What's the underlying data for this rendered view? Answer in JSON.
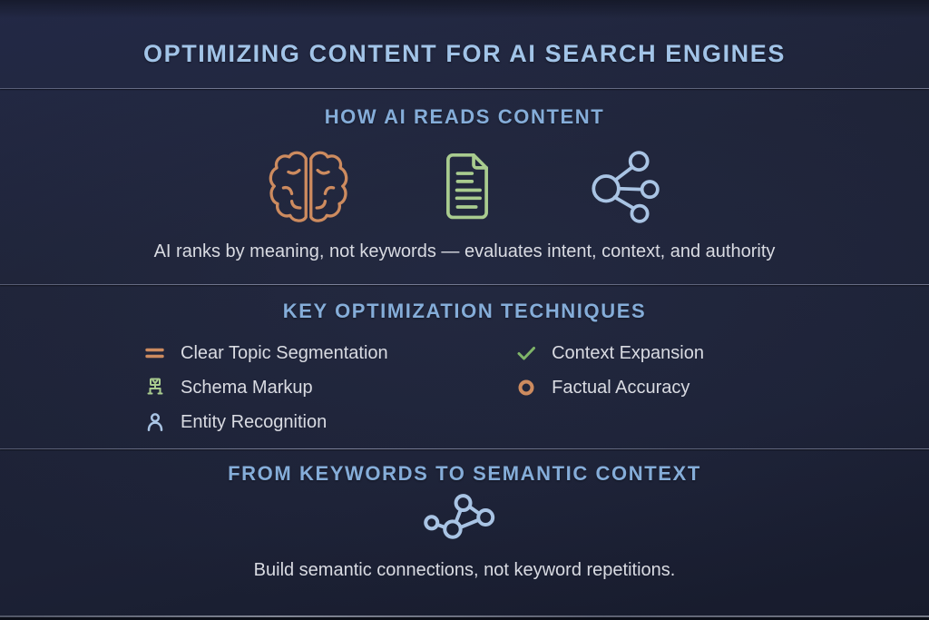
{
  "colors": {
    "bg": "#1e2337",
    "bg-light": "#232946",
    "bg-dark": "#171b2c",
    "title-blue": "#a2c4e8",
    "heading-blue": "#85add9",
    "text": "#d9dbe2",
    "orange": "#cd8b5f",
    "green": "#a9cc8f",
    "icon-blue": "#a9c4e4",
    "check-green": "#7fb569",
    "divider": "#8b90a6"
  },
  "title": "OPTIMIZING CONTENT FOR AI SEARCH ENGINES",
  "sections": {
    "how_ai_reads": {
      "heading": "HOW AI READS CONTENT",
      "icons": [
        {
          "name": "brain-icon",
          "color": "#cd8b5f"
        },
        {
          "name": "document-icon",
          "color": "#a9cc8f"
        },
        {
          "name": "network-hub-icon",
          "color": "#a9c4e4"
        }
      ],
      "caption": "AI ranks by meaning, not keywords — evaluates intent, context, and authority"
    },
    "key_techniques": {
      "heading": "KEY OPTIMIZATION TECHNIQUES",
      "left_items": [
        {
          "icon": "segmentation-lines-icon",
          "icon_color": "#cd8b5f",
          "label": "Clear Topic Segmentation"
        },
        {
          "icon": "schema-tree-icon",
          "icon_color": "#a9cc8f",
          "label": "Schema Markup"
        },
        {
          "icon": "person-icon",
          "icon_color": "#a9c4e4",
          "label": "Entity Recognition"
        }
      ],
      "right_items": [
        {
          "icon": "check-icon",
          "icon_color": "#7fb569",
          "label": "Context Expansion"
        },
        {
          "icon": "circle-ring-icon",
          "icon_color": "#cd8b5f",
          "label": "Factual Accuracy"
        }
      ]
    },
    "semantic_context": {
      "heading": "FROM KEYWORDS TO SEMANTIC CONTEXT",
      "icon": "graph-nodes-icon",
      "caption": "Build semantic connections, not keyword repetitions."
    }
  }
}
